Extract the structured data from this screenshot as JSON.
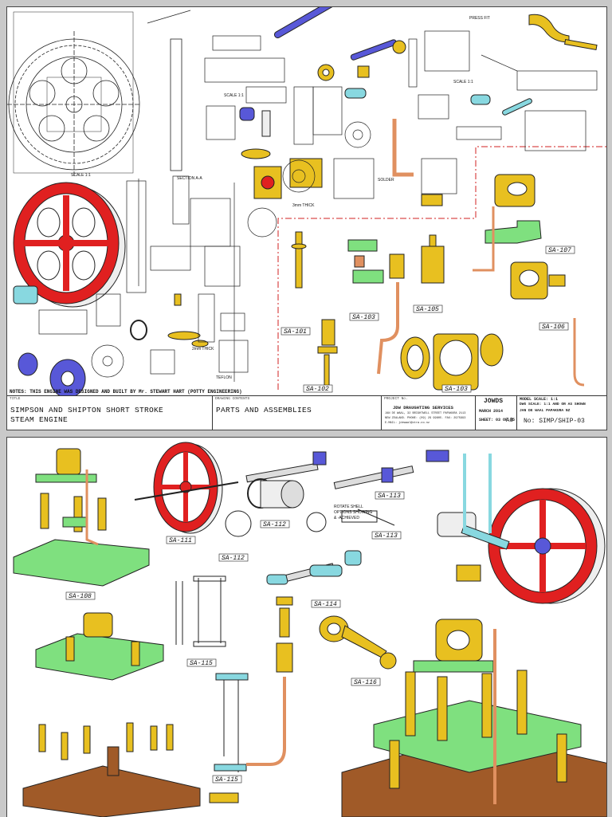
{
  "sheet1": {
    "note": "NOTES: THIS ENGINE WAS DESIGNED AND BUILT BY Mr. STEWART HART (POTTY ENGINEERING)",
    "title_caption": "TITLE",
    "title_line1": "SIMPSON AND SHIPTON SHORT STROKE",
    "title_line2": "STEAM ENGINE",
    "contents_caption": "DRAWING CONTENTS",
    "contents": "PARTS AND ASSEMBLIES",
    "project_caption": "PROJECT No.",
    "company": "JDW DRAUGHTING SERVICES",
    "company_addr1": "JAN DE WAAL, 32 BRIGHTWELL STREET PAPAKURA 2113",
    "company_addr2": "NEW ZEALAND. PHONE: (09) 29 99805. FAX: 2975993",
    "company_email": "E-MAIL: jdewaal@xtra.co.nz",
    "logo_text": "JOWDS",
    "date": "MARCH 2014",
    "sheet": "SHEET: 03 OF 05",
    "paper": "A3",
    "model_scale": "MODEL SCALE: 1:1",
    "dwg_scale": "DWG SCALE: 1:1 AND OR AS SHOWN",
    "drawn_by": "JAN DE WAAL PAPAKURA NZ",
    "drawing_no": "No: SIMP/SHIP-03",
    "labels": [
      "SA-101",
      "SA-102",
      "SA-103",
      "SA-103",
      "SA-105",
      "SA-106",
      "SA-107"
    ],
    "tags": [
      "SCALE 1:1",
      "SCALE 1:1",
      "SCALE 1:1",
      "PRESS FIT",
      "SOLDER",
      "3mm THICK",
      "2mm THICK",
      "TEFLON",
      "SECTION A-A"
    ]
  },
  "sheet2": {
    "labels": [
      "SA-108",
      "SA-111",
      "SA-112",
      "SA-112",
      "SA-113",
      "SA-113",
      "SA-114",
      "SA-115",
      "SA-115",
      "SA-116"
    ],
    "note1": "ROTATE SHELL",
    "note2": "OPTIONS SHOWING",
    "note3": "& -ACHIEVED"
  },
  "colors": {
    "flywheel": "#e02020",
    "brass": "#e8c020",
    "base": "#7fe07f",
    "steel": "#88d8e0",
    "blue": "#5858d8",
    "copper": "#e09060",
    "wood": "#a05a28",
    "redline": "#d02020"
  }
}
